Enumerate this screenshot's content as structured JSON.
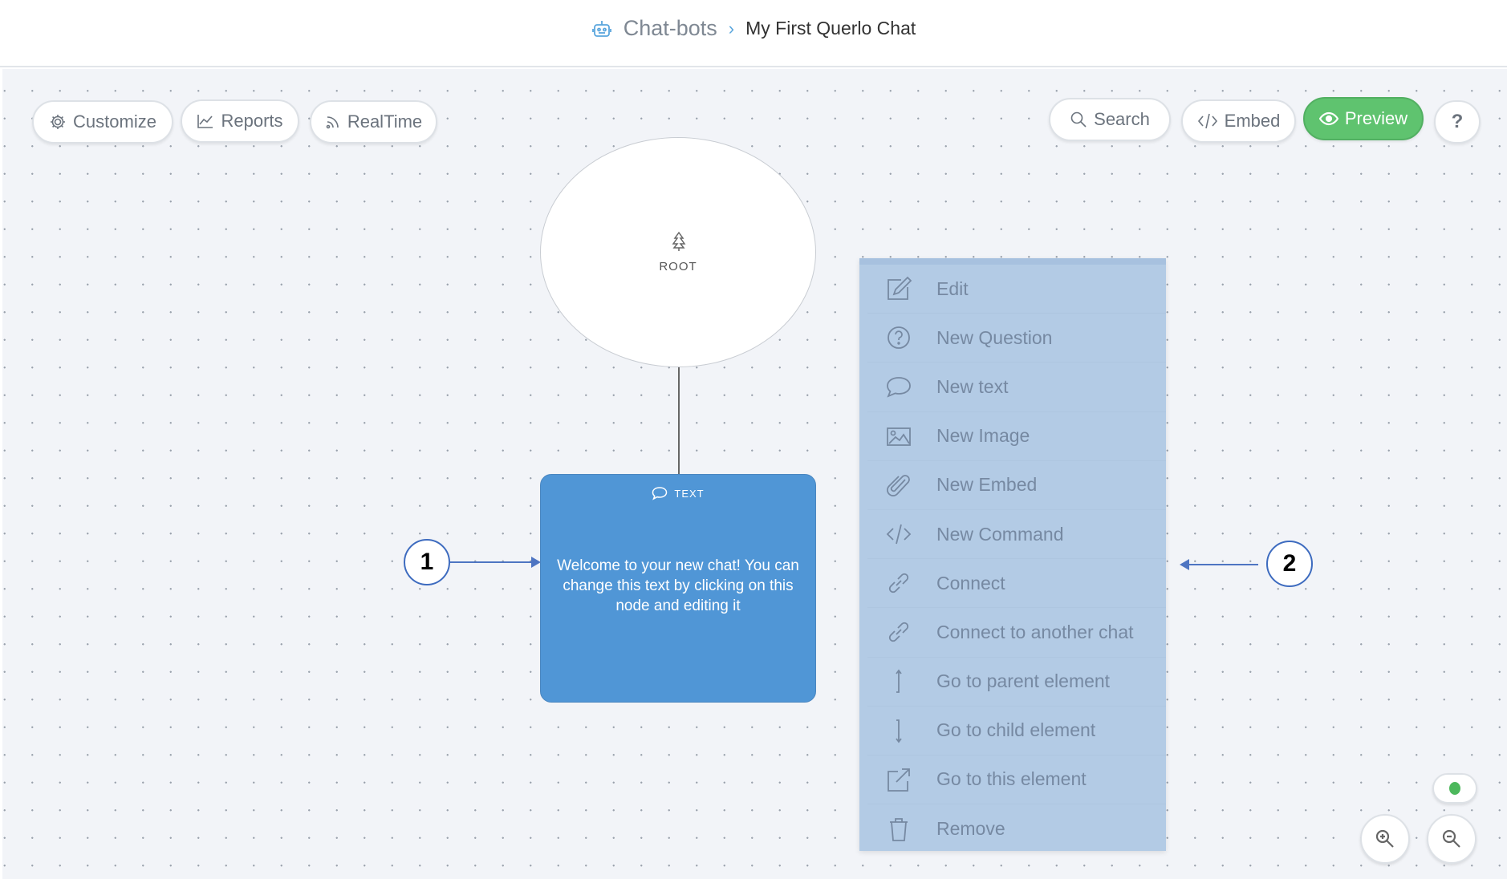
{
  "header": {
    "breadcrumb": [
      "Chat-bots",
      "My First Querlo Chat"
    ]
  },
  "toolbar": {
    "customize": "Customize",
    "reports": "Reports",
    "realtime": "RealTime",
    "search": "Search",
    "embed": "Embed",
    "preview": "Preview",
    "help": "?"
  },
  "root_node": {
    "label": "ROOT"
  },
  "text_node": {
    "type": "TEXT",
    "message": "Welcome to your new chat! You can change this text by clicking on this node and editing it"
  },
  "context_menu": {
    "items": [
      {
        "label": "Edit",
        "icon": "edit-icon"
      },
      {
        "label": "New Question",
        "icon": "question-icon"
      },
      {
        "label": "New text",
        "icon": "speech-bubble-icon"
      },
      {
        "label": "New Image",
        "icon": "image-icon"
      },
      {
        "label": "New Embed",
        "icon": "paperclip-icon"
      },
      {
        "label": "New Command",
        "icon": "code-icon"
      },
      {
        "label": "Connect",
        "icon": "link-icon"
      },
      {
        "label": "Connect to another chat",
        "icon": "link-icon"
      },
      {
        "label": "Go to parent element",
        "icon": "arrow-up-icon"
      },
      {
        "label": "Go to child element",
        "icon": "arrow-down-icon"
      },
      {
        "label": "Go to this element",
        "icon": "external-link-icon"
      },
      {
        "label": "Remove",
        "icon": "trash-icon"
      }
    ]
  },
  "callouts": [
    "1",
    "2"
  ],
  "colors": {
    "preview": "#5fc36f",
    "node": "#5096d6",
    "menu": "#b3cbe5",
    "status": "#4cb85c"
  }
}
